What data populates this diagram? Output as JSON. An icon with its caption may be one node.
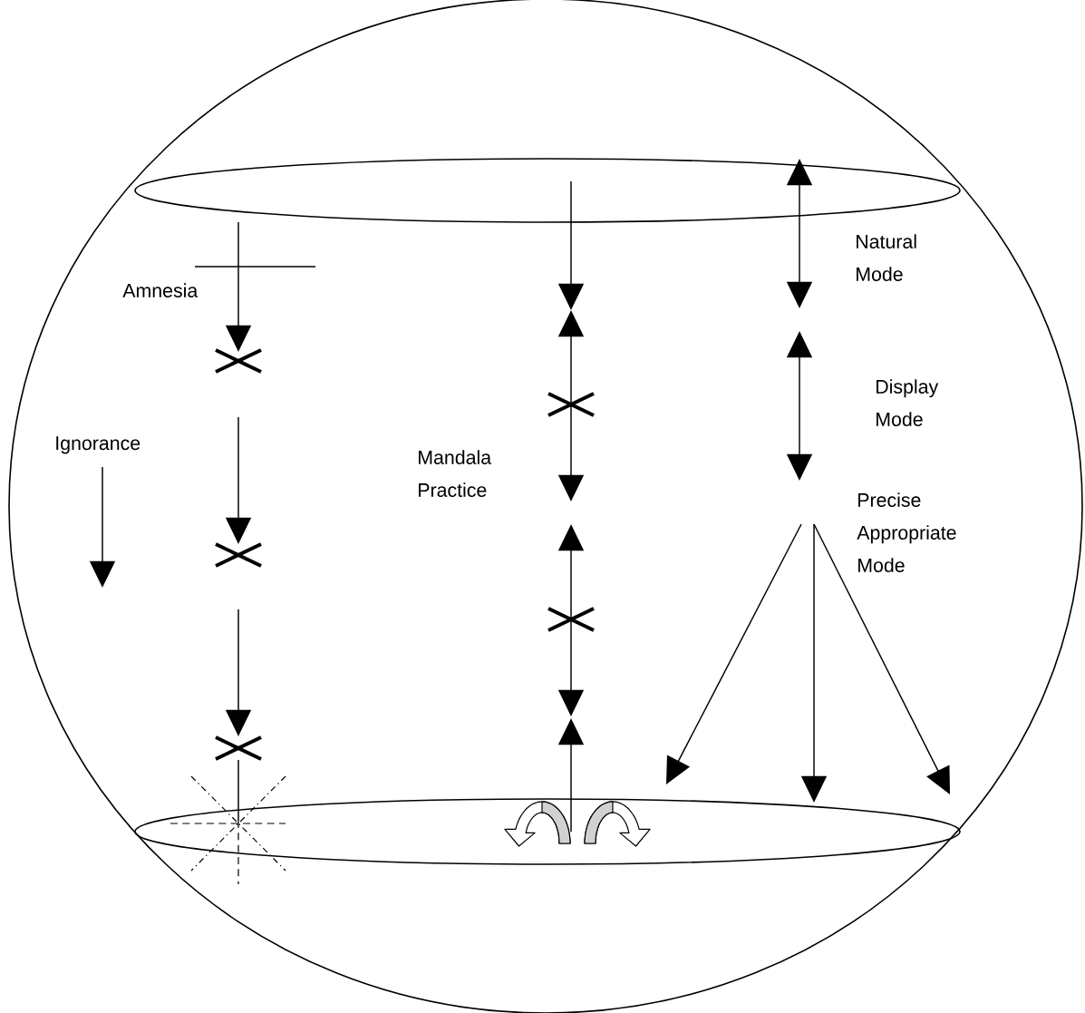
{
  "diagram": {
    "labels": [
      "Natural Mode",
      "Amnesia",
      "Display Mode",
      "Ignorance",
      "Mandala Practice",
      "Precise Appropriate Mode"
    ]
  }
}
